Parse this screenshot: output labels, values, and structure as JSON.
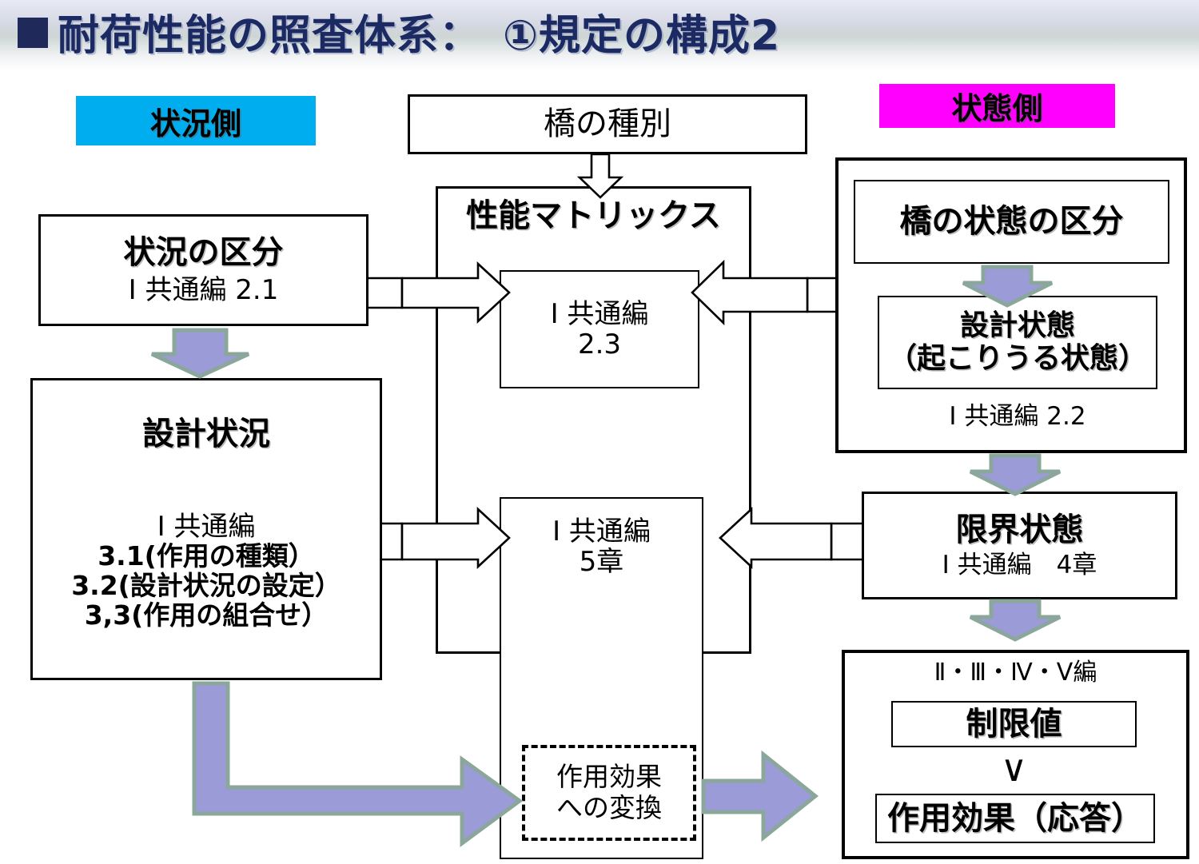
{
  "header": {
    "bullet": "square-bullet",
    "title": "耐荷性能の照査体系：　①規定の構成2"
  },
  "labels": {
    "situation_side": "状況側",
    "state_side": "状態側",
    "situation_color": "#00aeef",
    "state_color": "#ff00ff"
  },
  "center": {
    "bridge_type": "橋の種別",
    "perf_matrix_title": "性能マトリックス",
    "box_23_line1": "Ⅰ 共通編",
    "box_23_line2": "2.3",
    "box_5_line1": "Ⅰ 共通編",
    "box_5_line2": "5章",
    "dashed_line1": "作用効果",
    "dashed_line2": "への変換"
  },
  "left": {
    "situation_class_title": "状況の区分",
    "situation_class_ref": "Ⅰ 共通編 2.1",
    "design_situation_title": "設計状況",
    "design_situation_ref": "Ⅰ 共通編",
    "design_situation_item1": "3.1(作用の種類）",
    "design_situation_item2": "3.2(設計状況の設定）",
    "design_situation_item3": "3,3(作用の組合せ）"
  },
  "right": {
    "state_class": "橋の状態の区分",
    "design_state_line1": "設計状態",
    "design_state_line2": "（起こりうる状態）",
    "design_state_ref": "Ⅰ 共通編 2.2",
    "limit_state_title": "限界状態",
    "limit_state_ref": "Ⅰ 共通編　4章",
    "roman_editions": "Ⅱ・Ⅲ・Ⅳ・Ⅴ編",
    "limit_value": "制限値",
    "comparison_symbol": "∨",
    "action_effect": "作用効果（応答）"
  },
  "arrows": {
    "purple_fill": "#9b9bd7",
    "purple_stroke": "#8ba79b",
    "hollow_fill": "#ffffff",
    "hollow_stroke": "#000000"
  }
}
